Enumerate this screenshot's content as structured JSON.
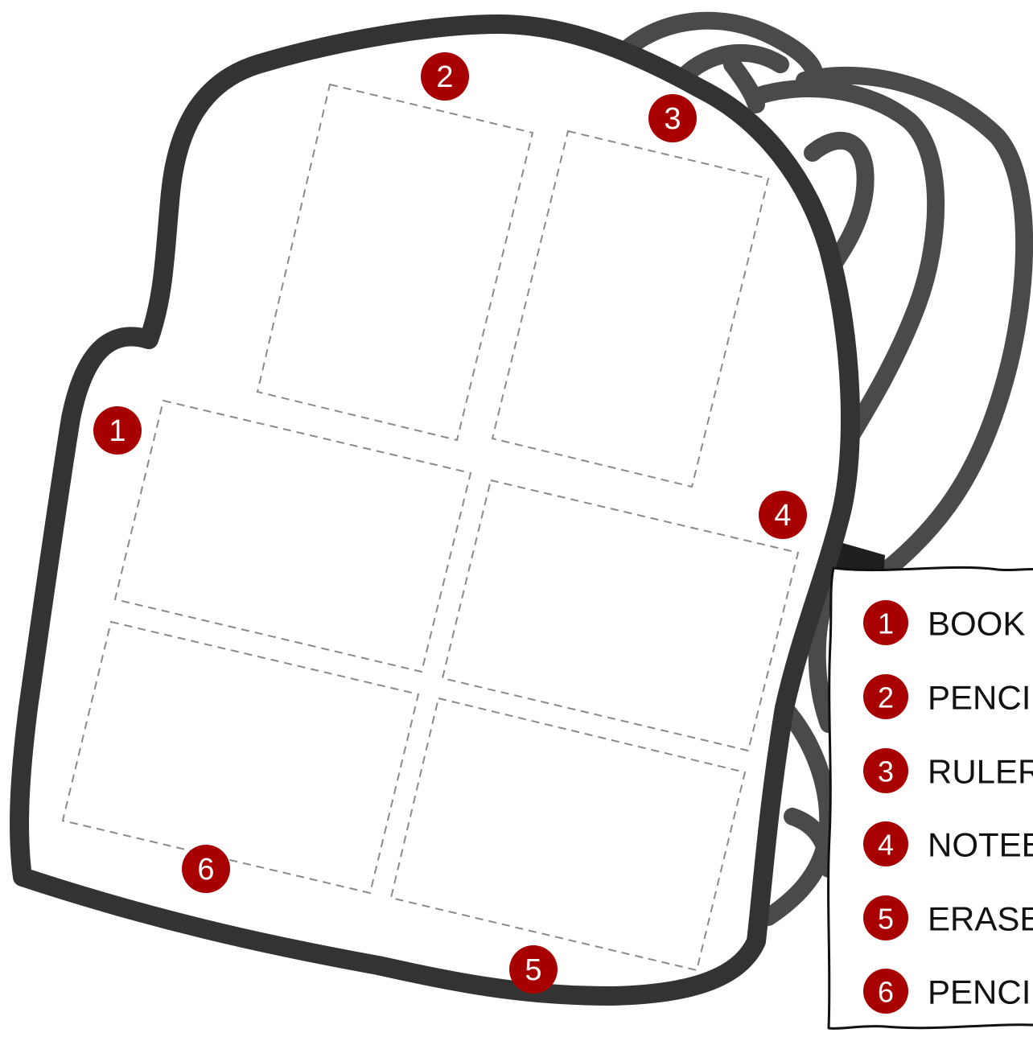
{
  "colors": {
    "marker": "#a80000",
    "outline": "#333333",
    "straps": "#4a4a4a",
    "slot_border": "#8a8a8a"
  },
  "markers": [
    {
      "number": "1"
    },
    {
      "number": "2"
    },
    {
      "number": "3"
    },
    {
      "number": "4"
    },
    {
      "number": "5"
    },
    {
      "number": "6"
    }
  ],
  "legend": {
    "items": [
      {
        "number": "1",
        "label": "BOOK"
      },
      {
        "number": "2",
        "label": "PENCIL"
      },
      {
        "number": "3",
        "label": "RULER"
      },
      {
        "number": "4",
        "label": "NOTEBOOK"
      },
      {
        "number": "5",
        "label": "ERASER"
      },
      {
        "number": "6",
        "label": "PENCIL CASE"
      }
    ]
  }
}
